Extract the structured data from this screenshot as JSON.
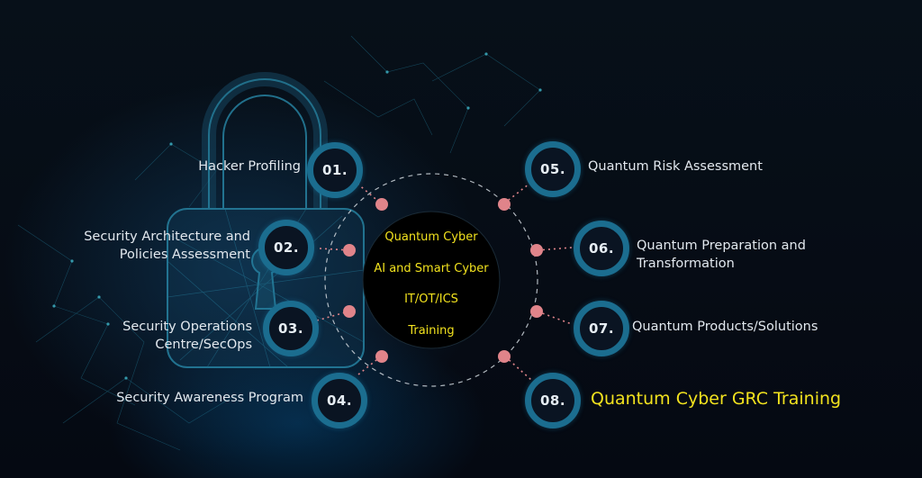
{
  "center": {
    "lines": [
      "Quantum Cyber",
      "AI and Smart Cyber",
      "IT/OT/ICS",
      "Training"
    ]
  },
  "items": [
    {
      "number": "01.",
      "label": "Hacker Profiling"
    },
    {
      "number": "02.",
      "label_lines": [
        "Security Architecture and",
        "Policies Assessment"
      ]
    },
    {
      "number": "03.",
      "label_lines": [
        "Security Operations",
        "Centre/SecOps"
      ]
    },
    {
      "number": "04.",
      "label": "Security Awareness Program"
    },
    {
      "number": "05.",
      "label": "Quantum Risk Assessment"
    },
    {
      "number": "06.",
      "label_lines": [
        "Quantum Preparation and",
        "Transformation"
      ]
    },
    {
      "number": "07.",
      "label": "Quantum Products/Solutions"
    },
    {
      "number": "08.",
      "label": "Quantum Cyber GRC Training"
    }
  ],
  "colors": {
    "badge_ring": "#1b6d8f",
    "connector_dot": "#e0848a",
    "highlight_text": "#f2e21e",
    "center_fill": "#000000"
  },
  "icons": [
    "padlock-icon"
  ]
}
